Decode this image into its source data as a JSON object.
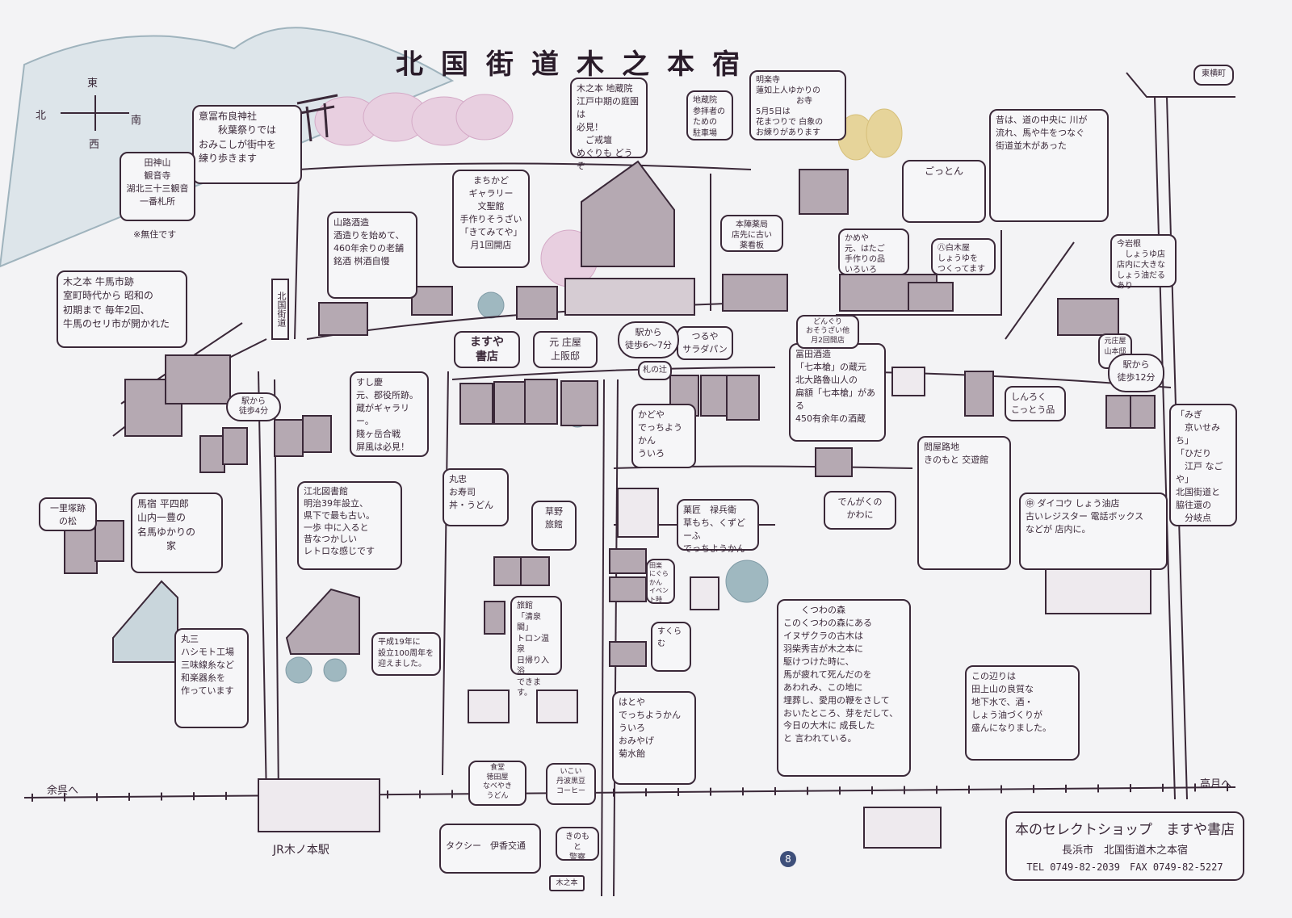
{
  "title": "北国街道木之本宿",
  "compass": {
    "east": "東",
    "north": "北",
    "south": "南",
    "west": "西"
  },
  "directions": {
    "yogo": "余呉へ",
    "takatsuki": "高月へ",
    "station": "JR木ノ本駅",
    "route_number": "8"
  },
  "signpost": "北国街道",
  "callouts": {
    "ofura_shrine": "意冨布良神社\n　　秋葉祭りでは\nおみこしが街中を\n練り歩きます",
    "kannonji": "田神山\n観音寺\n湖北三十三観音\n一番札所",
    "kannonji_note": "※無住です",
    "horse_market": "木之本 牛馬市跡\n室町時代から 昭和の\n初期まで 毎年2回、\n牛馬のセリ市が開かれた",
    "yamaji_sake": "山路酒造\n酒造りを始めて、\n460年余りの老舗\n銘酒 桝酒自慢",
    "machikado_gallery": "まちかど\nギャラリー\n文聖館\n手作りそうざい\n「きてみてや」\n月1回開店",
    "jizoin": "木之本 地蔵院\n江戸中期の庭園は\n必見！\n　ご戒壇\nめぐりも どうぞ",
    "jizoin_parking": "地蔵院\n参拝者のための\n駐車場",
    "myorakuji": "明楽寺\n蓮如上人ゆかりの\n　　　　　お寺\n5月5日は\n花まつりで 白象の\nお練りがあります",
    "honjin_pharmacy": "本陣薬局\n店先に古い\n薬看板",
    "gotton": "ごっとん",
    "kameya": "かめや\n元、はたご\n手作りの品\nいろいろ",
    "shirokiya": "㊇白木屋\nしょうゆを\nつくってます",
    "old_days": "昔は、道の中央に 川が\n流れ、馬や牛をつなぐ\n街道並木があった",
    "imaiwane": "今岩根\n　しょうゆ店\n店内に大きな\nしょう油だるあり",
    "higashi_yokomachi": "東横町",
    "yamamoto_house": "元庄屋\n山本邸",
    "walk_12": "駅から\n徒歩12分",
    "junction": "「みぎ\n　京いせみち」\n「ひだり\n　江戸 なごや」\n北国街道と\n脇往還の\n　分岐点",
    "shinroku": "しんろく\nこっとう品",
    "tomita_sake": "冨田酒造\n「七本槍」の蔵元\n北大路魯山人の\n扁額「七本槍」がある\n450有余年の酒蔵",
    "donguri": "どんぐり\nおそうざい他\n月2回開店",
    "dengaku_kawani": "でんがくの\nかわに",
    "tonya_roji": "問屋路地\nきのもと 交遊館",
    "daikou": "㊥ ダイコウ しょう油店\n古いレジスター 電話ボックス\nなどが 店内に。",
    "tsuruya": "つるや\nサラダパン",
    "fuda_no_tsuji": "札の辻",
    "walk_6_7": "駅から\n徒歩6～7分",
    "kosakai_house": "元 庄屋\n上阪邸",
    "masuya": "ますや\n書店",
    "kadoya": "かどや\nでっちようかん\nういろ",
    "sushikei": "すし慶\n元、郡役所跡。\n蔵がギャラリー。\n賤ヶ岳合戦\n屏風は必見！",
    "walk_4": "駅から\n徒歩4分",
    "ichirizuka": "一里塚跡\nの松",
    "umayado": "馬宿 平四郎\n山内一豊の\n名馬ゆかりの\n　　　家",
    "kohoku_library": "江北図書館\n明治39年設立、\n県下で最も古い。\n一歩 中に入ると\n昔なつかしい\nレトロな感じです",
    "library_100": "平成19年に\n設立100周年を\n迎えました。",
    "hashimoto": "丸三\nハシモト工場\n三味線糸など\n和楽器糸を\n作っています",
    "marutada": "丸忠\nお寿司\n丼・うどん",
    "kusano_ryokan": "草野\n旅館",
    "rokubee": "菓匠　禄兵衛\n草もち、くずどーふ\nでっちようかん",
    "seisenkaku": "旅館\n「清泉閣」\nトロン温泉\n日帰り入浴\nできます。",
    "dengaku_event": "田楽\nにぐらかん\nイベント時",
    "sukuramu": "すくらむ",
    "kutsuwa_forest": "　　くつわの森\nこのくつわの森にある\nイヌザクラの古木は\n羽柴秀吉が木之本に\n駆けつけた時に、\n馬が疲れて死んだのを\nあわれみ、この地に\n埋葬し、愛用の鞭をさして\nおいたところ、芽をだして、\n今日の大木に 成長した\nと 言われている。",
    "groundwater": "この辺りは\n田上山の良質な\n地下水で、酒・\nしょう油づくりが\n盛んになりました。",
    "hatoya": "はとや\nでっちようかん\nういろ\nおみやげ\n菊水飴",
    "tokudaya": "食堂\n徳田屋\nなべやき\nうどん",
    "ikoi": "いこい\n丹波黒豆\nコーヒー",
    "taxi": "タクシー　伊香交通",
    "police": "きのもと\n警察",
    "kinomoto_sign": "木之本"
  },
  "shop": {
    "name": "本のセレクトショップ　ますや書店",
    "address": "長浜市　北国街道木之本宿",
    "phone": "TEL 0749-82-2039　FAX 0749-82-5227"
  },
  "colors": {
    "ink": "#3a2838",
    "roof": "#a89aa4",
    "tree": "#8fa8b4",
    "blossom": "#e2c4d8",
    "ginkgo": "#e2cf8e",
    "mountain": "#c9d6dc"
  }
}
